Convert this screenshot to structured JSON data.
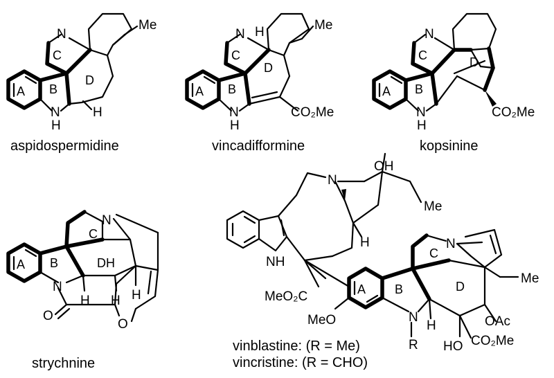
{
  "captions": {
    "aspidospermidine": "aspidospermidine",
    "vincadifformine": "vincadifformine",
    "kopsinine": "kopsinine",
    "strychnine": "strychnine",
    "vinblastine": "vinblastine: (R = Me)",
    "vincristine": "vincristine: (R = CHO)"
  },
  "rings": {
    "A": "A",
    "B": "B",
    "C": "C",
    "D": "D"
  },
  "atoms": {
    "N": "N",
    "NH_top": "H",
    "NH_bottom": "N",
    "H": "H",
    "Me": "Me",
    "CO2Me": "CO₂Me",
    "MeO2C": "MeO₂C",
    "MeO": "MeO",
    "OH": "OH",
    "HO": "HO",
    "OAc": "OAc",
    "O": "O",
    "NH": "NH",
    "R": "R",
    "DH": "DH"
  }
}
